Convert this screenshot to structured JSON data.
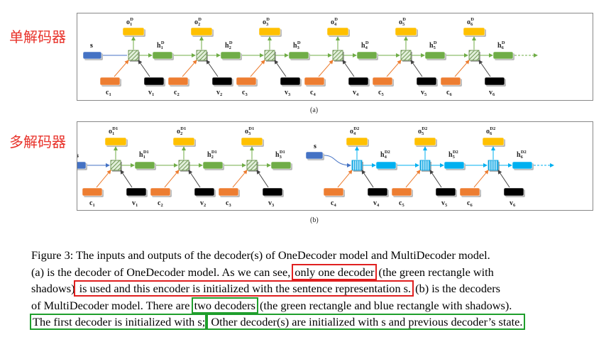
{
  "labels": {
    "single": "单解码器",
    "multi": "多解码器"
  },
  "panel_a": {
    "sublabel": "(a)",
    "s": "s",
    "o": [
      "1",
      "2",
      "3",
      "4",
      "5",
      "6"
    ],
    "h": [
      "1",
      "2",
      "3",
      "4",
      "5",
      "6"
    ],
    "c": [
      "c1",
      "c2",
      "c3",
      "c4",
      "c5",
      "c6"
    ],
    "v": [
      "v1",
      "v2",
      "v3",
      "v4",
      "v5",
      "v6"
    ]
  },
  "panel_b": {
    "sublabel": "(b)",
    "s1": "s",
    "s2": "s",
    "o": [
      "1",
      "2",
      "3",
      "4",
      "5",
      "6"
    ],
    "h": [
      "1",
      "2",
      "3",
      "4",
      "5",
      "6"
    ]
  },
  "caption": {
    "l1": "Figure 3:  The inputs and outputs of the decoder(s) of OneDecoder model and MultiDecoder model.",
    "l2a": "(a) is the decoder of OneDecoder model.  As we can see, ",
    "l2b": "only one decoder",
    "l2c": " (the green rectangle with",
    "l3a": "shadows)",
    "l3b": " is used and this encoder is initialized with the sentence representation s.",
    "l3c": " (b) is the decoders",
    "l4a": "of MultiDecoder model. There are ",
    "l4b": "two decoders",
    "l4c": " (the green rectangle and blue rectangle with shadows).",
    "l5a": "The first decoder is initialized with s;",
    "l5b": " Other decoder(s) are initialized with s and previous decoder’s state."
  },
  "colors": {
    "orange": "#ed7d31",
    "yellow": "#ffc000",
    "green": "#70ad47",
    "blue_s": "#4472c4",
    "cyan": "#00b0f0",
    "black": "#000000",
    "highlight_red": "#e02020",
    "highlight_green": "#1f9e2c"
  }
}
